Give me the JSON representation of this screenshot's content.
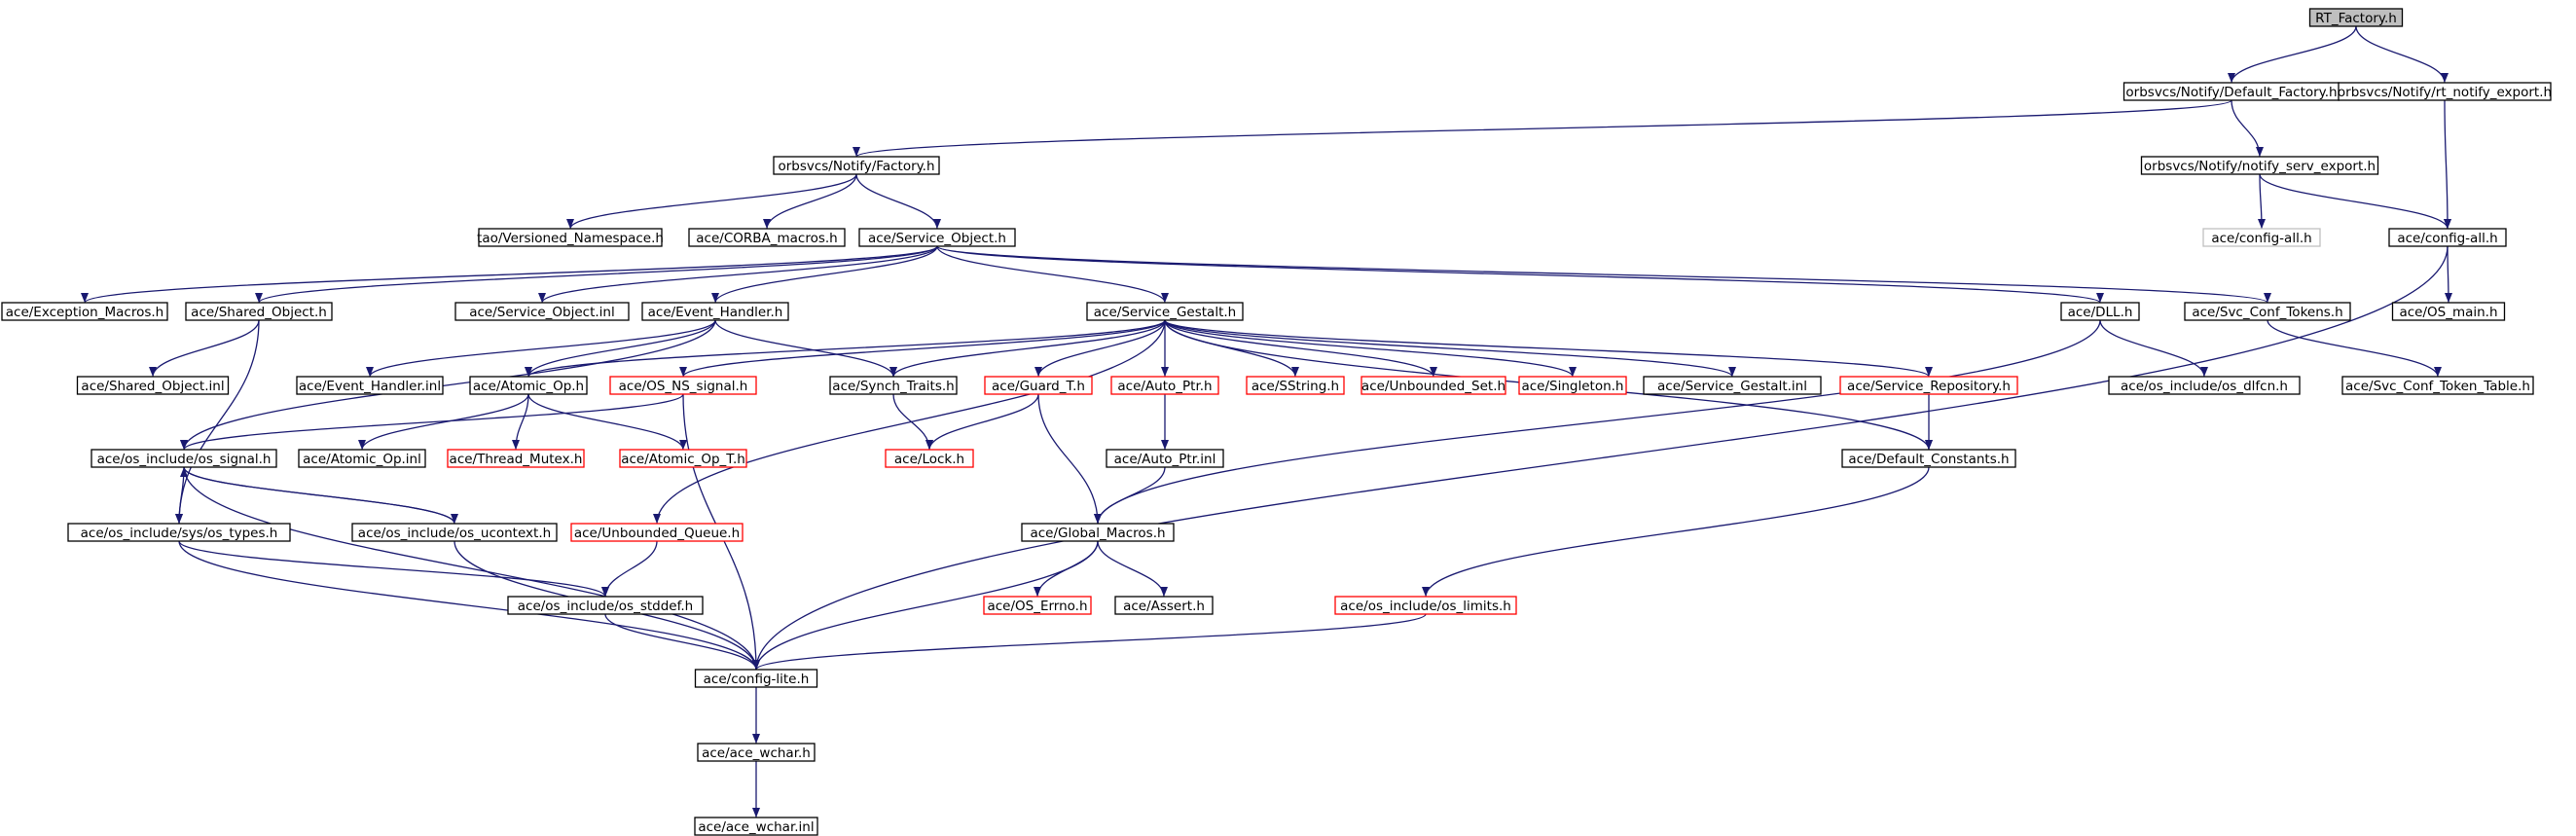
{
  "graph": {
    "colors": {
      "edge": "#191970",
      "root_fill": "#bfbfbf",
      "normal_border": "#000000",
      "truncated_border": "#ff0000",
      "unresolved_border": "#bfbfbf"
    },
    "nodes": [
      {
        "id": "rt_factory",
        "label": "RT_Factory.h",
        "kind": "root"
      },
      {
        "id": "default_factory",
        "label": "orbsvcs/Notify/Default_Factory.h",
        "kind": "normal"
      },
      {
        "id": "rt_notify_export",
        "label": "orbsvcs/Notify/rt_notify_export.h",
        "kind": "normal"
      },
      {
        "id": "notify_factory",
        "label": "orbsvcs/Notify/Factory.h",
        "kind": "normal"
      },
      {
        "id": "notify_serv_export",
        "label": "orbsvcs/Notify/notify_serv_export.h",
        "kind": "normal"
      },
      {
        "id": "versioned_ns",
        "label": "tao/Versioned_Namespace.h",
        "kind": "normal"
      },
      {
        "id": "corba_macros",
        "label": "ace/CORBA_macros.h",
        "kind": "normal"
      },
      {
        "id": "service_object",
        "label": "ace/Service_Object.h",
        "kind": "normal"
      },
      {
        "id": "config_all_gray",
        "label": "ace/config-all.h",
        "kind": "unresolved"
      },
      {
        "id": "config_all",
        "label": "ace/config-all.h",
        "kind": "normal"
      },
      {
        "id": "exception_macros",
        "label": "ace/Exception_Macros.h",
        "kind": "normal"
      },
      {
        "id": "shared_object",
        "label": "ace/Shared_Object.h",
        "kind": "normal"
      },
      {
        "id": "service_object_inl",
        "label": "ace/Service_Object.inl",
        "kind": "normal"
      },
      {
        "id": "event_handler",
        "label": "ace/Event_Handler.h",
        "kind": "normal"
      },
      {
        "id": "service_gestalt",
        "label": "ace/Service_Gestalt.h",
        "kind": "normal"
      },
      {
        "id": "dll",
        "label": "ace/DLL.h",
        "kind": "normal"
      },
      {
        "id": "svc_conf_tokens",
        "label": "ace/Svc_Conf_Tokens.h",
        "kind": "normal"
      },
      {
        "id": "os_main",
        "label": "ace/OS_main.h",
        "kind": "normal"
      },
      {
        "id": "shared_object_inl",
        "label": "ace/Shared_Object.inl",
        "kind": "normal"
      },
      {
        "id": "event_handler_inl",
        "label": "ace/Event_Handler.inl",
        "kind": "normal"
      },
      {
        "id": "atomic_op",
        "label": "ace/Atomic_Op.h",
        "kind": "normal"
      },
      {
        "id": "os_ns_signal",
        "label": "ace/OS_NS_signal.h",
        "kind": "truncated"
      },
      {
        "id": "synch_traits",
        "label": "ace/Synch_Traits.h",
        "kind": "normal"
      },
      {
        "id": "guard_t",
        "label": "ace/Guard_T.h",
        "kind": "truncated"
      },
      {
        "id": "auto_ptr",
        "label": "ace/Auto_Ptr.h",
        "kind": "truncated"
      },
      {
        "id": "sstring",
        "label": "ace/SString.h",
        "kind": "truncated"
      },
      {
        "id": "unbounded_set",
        "label": "ace/Unbounded_Set.h",
        "kind": "truncated"
      },
      {
        "id": "singleton",
        "label": "ace/Singleton.h",
        "kind": "truncated"
      },
      {
        "id": "service_gestalt_inl",
        "label": "ace/Service_Gestalt.inl",
        "kind": "normal"
      },
      {
        "id": "service_repository",
        "label": "ace/Service_Repository.h",
        "kind": "truncated"
      },
      {
        "id": "os_dlfcn",
        "label": "ace/os_include/os_dlfcn.h",
        "kind": "normal"
      },
      {
        "id": "svc_conf_token_table",
        "label": "ace/Svc_Conf_Token_Table.h",
        "kind": "normal"
      },
      {
        "id": "os_signal",
        "label": "ace/os_include/os_signal.h",
        "kind": "normal"
      },
      {
        "id": "atomic_op_inl",
        "label": "ace/Atomic_Op.inl",
        "kind": "normal"
      },
      {
        "id": "thread_mutex",
        "label": "ace/Thread_Mutex.h",
        "kind": "truncated"
      },
      {
        "id": "atomic_op_t",
        "label": "ace/Atomic_Op_T.h",
        "kind": "truncated"
      },
      {
        "id": "lock",
        "label": "ace/Lock.h",
        "kind": "truncated"
      },
      {
        "id": "auto_ptr_inl",
        "label": "ace/Auto_Ptr.inl",
        "kind": "normal"
      },
      {
        "id": "default_constants",
        "label": "ace/Default_Constants.h",
        "kind": "normal"
      },
      {
        "id": "os_types",
        "label": "ace/os_include/sys/os_types.h",
        "kind": "normal"
      },
      {
        "id": "os_ucontext",
        "label": "ace/os_include/os_ucontext.h",
        "kind": "normal"
      },
      {
        "id": "unbounded_queue",
        "label": "ace/Unbounded_Queue.h",
        "kind": "truncated"
      },
      {
        "id": "global_macros",
        "label": "ace/Global_Macros.h",
        "kind": "normal"
      },
      {
        "id": "os_stddef",
        "label": "ace/os_include/os_stddef.h",
        "kind": "normal"
      },
      {
        "id": "os_errno",
        "label": "ace/OS_Errno.h",
        "kind": "truncated"
      },
      {
        "id": "assert",
        "label": "ace/Assert.h",
        "kind": "normal"
      },
      {
        "id": "os_limits",
        "label": "ace/os_include/os_limits.h",
        "kind": "truncated"
      },
      {
        "id": "config_lite",
        "label": "ace/config-lite.h",
        "kind": "normal"
      },
      {
        "id": "ace_wchar",
        "label": "ace/ace_wchar.h",
        "kind": "normal"
      },
      {
        "id": "ace_wchar_inl",
        "label": "ace/ace_wchar.inl",
        "kind": "normal"
      }
    ],
    "edges": [
      {
        "from": "rt_factory",
        "to": "default_factory"
      },
      {
        "from": "rt_factory",
        "to": "rt_notify_export"
      },
      {
        "from": "default_factory",
        "to": "notify_factory"
      },
      {
        "from": "default_factory",
        "to": "notify_serv_export"
      },
      {
        "from": "rt_notify_export",
        "to": "config_all"
      },
      {
        "from": "notify_factory",
        "to": "versioned_ns"
      },
      {
        "from": "notify_factory",
        "to": "corba_macros"
      },
      {
        "from": "notify_factory",
        "to": "service_object"
      },
      {
        "from": "notify_serv_export",
        "to": "config_all_gray"
      },
      {
        "from": "notify_serv_export",
        "to": "config_all"
      },
      {
        "from": "service_object",
        "to": "exception_macros"
      },
      {
        "from": "service_object",
        "to": "shared_object"
      },
      {
        "from": "service_object",
        "to": "service_object_inl"
      },
      {
        "from": "service_object",
        "to": "event_handler"
      },
      {
        "from": "service_object",
        "to": "service_gestalt"
      },
      {
        "from": "service_object",
        "to": "dll"
      },
      {
        "from": "service_object",
        "to": "svc_conf_tokens"
      },
      {
        "from": "config_all",
        "to": "os_main"
      },
      {
        "from": "config_all",
        "to": "config_lite"
      },
      {
        "from": "shared_object",
        "to": "shared_object_inl"
      },
      {
        "from": "shared_object",
        "to": "os_types"
      },
      {
        "from": "event_handler",
        "to": "event_handler_inl"
      },
      {
        "from": "event_handler",
        "to": "atomic_op"
      },
      {
        "from": "event_handler",
        "to": "synch_traits"
      },
      {
        "from": "event_handler",
        "to": "os_signal"
      },
      {
        "from": "service_gestalt",
        "to": "atomic_op"
      },
      {
        "from": "service_gestalt",
        "to": "os_ns_signal"
      },
      {
        "from": "service_gestalt",
        "to": "synch_traits"
      },
      {
        "from": "service_gestalt",
        "to": "guard_t"
      },
      {
        "from": "service_gestalt",
        "to": "auto_ptr"
      },
      {
        "from": "service_gestalt",
        "to": "sstring"
      },
      {
        "from": "service_gestalt",
        "to": "unbounded_set"
      },
      {
        "from": "service_gestalt",
        "to": "singleton"
      },
      {
        "from": "service_gestalt",
        "to": "service_gestalt_inl"
      },
      {
        "from": "service_gestalt",
        "to": "service_repository"
      },
      {
        "from": "service_gestalt",
        "to": "default_constants"
      },
      {
        "from": "service_gestalt",
        "to": "unbounded_queue"
      },
      {
        "from": "dll",
        "to": "os_dlfcn"
      },
      {
        "from": "dll",
        "to": "global_macros"
      },
      {
        "from": "svc_conf_tokens",
        "to": "svc_conf_token_table"
      },
      {
        "from": "atomic_op",
        "to": "atomic_op_inl"
      },
      {
        "from": "atomic_op",
        "to": "thread_mutex"
      },
      {
        "from": "atomic_op",
        "to": "atomic_op_t"
      },
      {
        "from": "os_ns_signal",
        "to": "os_signal"
      },
      {
        "from": "os_ns_signal",
        "to": "config_lite"
      },
      {
        "from": "synch_traits",
        "to": "lock"
      },
      {
        "from": "guard_t",
        "to": "lock"
      },
      {
        "from": "guard_t",
        "to": "global_macros"
      },
      {
        "from": "auto_ptr",
        "to": "auto_ptr_inl"
      },
      {
        "from": "auto_ptr_inl",
        "to": "global_macros"
      },
      {
        "from": "service_repository",
        "to": "default_constants"
      },
      {
        "from": "default_constants",
        "to": "os_limits"
      },
      {
        "from": "os_signal",
        "to": "os_types"
      },
      {
        "from": "os_signal",
        "to": "os_ucontext"
      },
      {
        "from": "os_signal",
        "to": "config_lite"
      },
      {
        "from": "os_ucontext",
        "to": "os_signal"
      },
      {
        "from": "os_ucontext",
        "to": "config_lite"
      },
      {
        "from": "os_types",
        "to": "os_stddef"
      },
      {
        "from": "os_types",
        "to": "config_lite"
      },
      {
        "from": "unbounded_queue",
        "to": "os_stddef"
      },
      {
        "from": "os_stddef",
        "to": "config_lite"
      },
      {
        "from": "global_macros",
        "to": "os_errno"
      },
      {
        "from": "global_macros",
        "to": "assert"
      },
      {
        "from": "global_macros",
        "to": "config_lite"
      },
      {
        "from": "os_limits",
        "to": "config_lite"
      },
      {
        "from": "config_lite",
        "to": "ace_wchar"
      },
      {
        "from": "ace_wchar",
        "to": "ace_wchar_inl"
      }
    ]
  }
}
